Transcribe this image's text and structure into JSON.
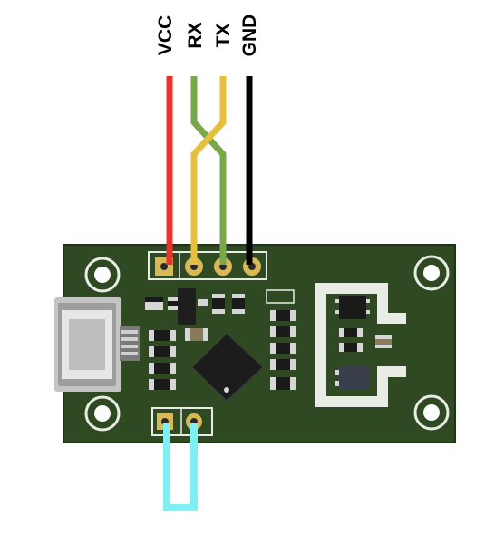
{
  "labels": {
    "vcc": "VCC",
    "rx": "RX",
    "tx": "TX",
    "gnd": "GND"
  },
  "colors": {
    "background": "#ffffff",
    "pcb": "#2f4a22",
    "pcb_dark": "#253c1a",
    "silkscreen": "#e8ece4",
    "pad_gold": "#d9b85a",
    "wire_vcc": "#e8342b",
    "wire_rx": "#78a84b",
    "wire_tx": "#e6bf3e",
    "wire_gnd": "#000000",
    "jumper": "#7df0f4",
    "chip": "#1c1c1c",
    "usb_metal": "#b8b8b8"
  },
  "icons": {
    "usb_connector": "micro-usb-icon",
    "main_chip": "qfn-chip-icon",
    "antenna": "pcb-antenna-icon"
  }
}
